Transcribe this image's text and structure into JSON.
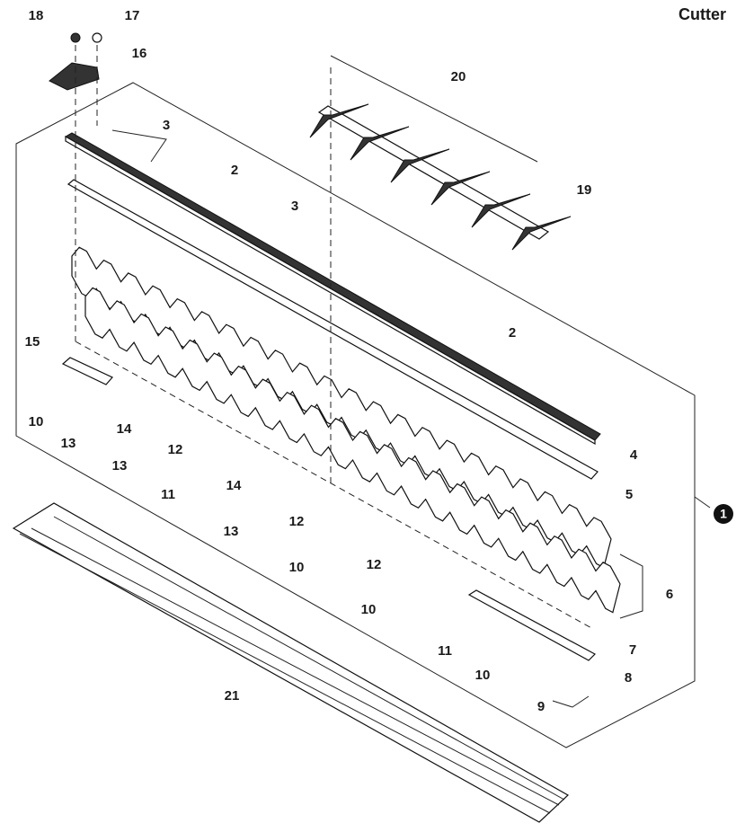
{
  "title": "Cutter",
  "assembly_number": "1",
  "callouts": [
    "18",
    "17",
    "16",
    "20",
    "3",
    "2",
    "3",
    "19",
    "2",
    "15",
    "10",
    "13",
    "14",
    "13",
    "12",
    "11",
    "14",
    "13",
    "12",
    "10",
    "12",
    "10",
    "4",
    "5",
    "6",
    "7",
    "8",
    "11",
    "10",
    "9",
    "21"
  ],
  "colors": {
    "ink": "#1a1a1a",
    "background": "#ffffff"
  }
}
